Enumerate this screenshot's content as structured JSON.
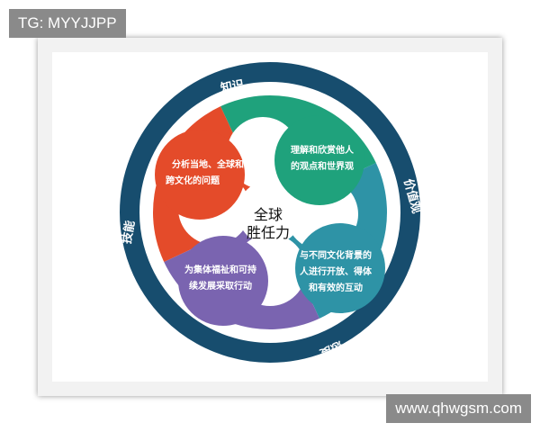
{
  "watermark_top": "TG: MYYJJPP",
  "watermark_bottom": "www.qhwgsm.com",
  "center_title_line1": "全球",
  "center_title_line2": "胜任力",
  "ring_labels": {
    "top": "知识",
    "right": "价值观",
    "bottom": "态度",
    "left": "技能"
  },
  "segments": [
    {
      "color": "#1fa27c",
      "line1": "理解和欣赏他人",
      "line2": "的观点和世界观"
    },
    {
      "color": "#2e93a6",
      "line1": "与不同文化背景的",
      "line2": "人进行开放、得体",
      "line3": "和有效的互动"
    },
    {
      "color": "#7a64b0",
      "line1": "为集体福祉和可持",
      "line2": "续发展采取行动"
    },
    {
      "color": "#e44b2a",
      "line1": "分析当地、全球和",
      "line2": "跨文化的问题"
    }
  ],
  "ring_color": "#174d6e"
}
